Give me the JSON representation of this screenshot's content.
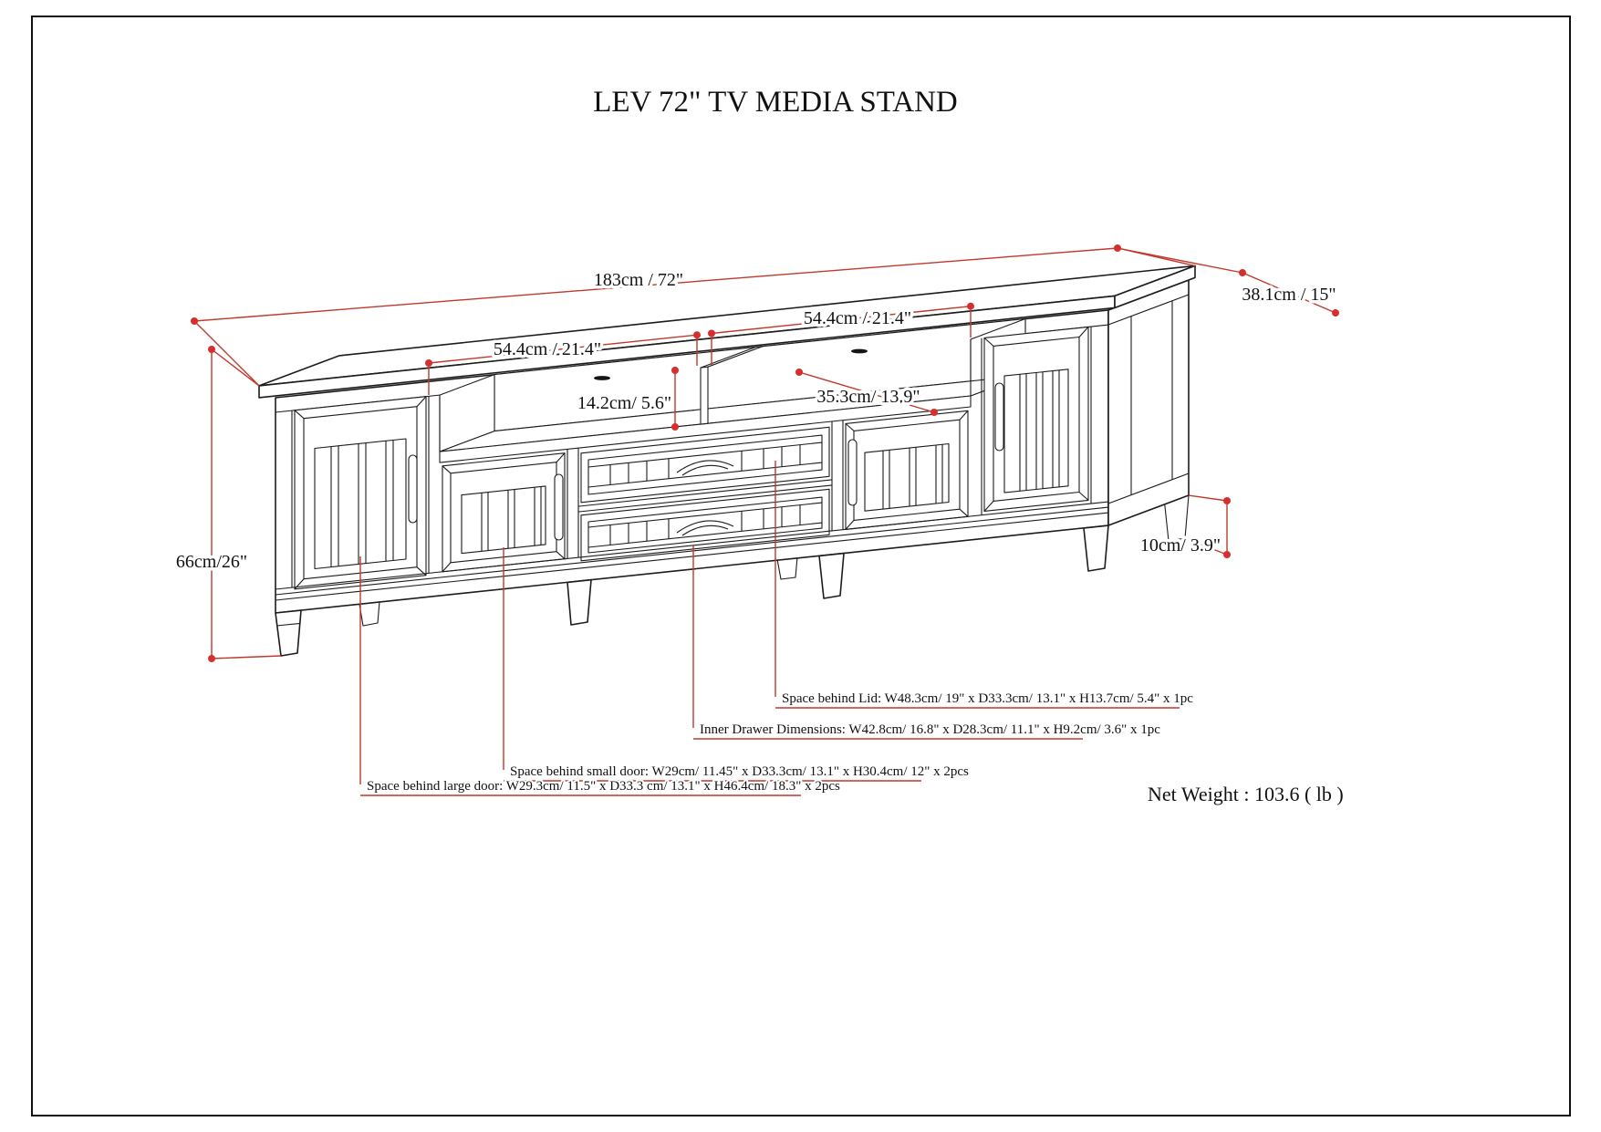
{
  "page": {
    "title": "LEV 72\" TV MEDIA STAND",
    "net_weight": "Net Weight : 103.6 ( lb )"
  },
  "colors": {
    "line_black": "#1c1c1c",
    "dimension_red": "#c0392b",
    "endpoint_dot_red": "#d62f2f",
    "background": "#ffffff"
  },
  "dimensions": {
    "overall_width": "183cm / 72\"",
    "overall_depth": "38.1cm / 15\"",
    "overall_height": "66cm/26\"",
    "left_cubby_width": "54.4cm / 21.4\"",
    "right_cubby_width": "54.4cm / 21.4\"",
    "cubby_height": "14.2cm/ 5.6\"",
    "shelf_depth": "35.3cm/ 13.9\"",
    "leg_height": "10cm/ 3.9\""
  },
  "annotations": {
    "lid": "Space behind Lid: W48.3cm/ 19\" x D33.3cm/ 13.1\" x H13.7cm/ 5.4\" x 1pc",
    "inner_drawer": "Inner Drawer Dimensions: W42.8cm/ 16.8\" x D28.3cm/ 11.1\" x H9.2cm/ 3.6\" x 1pc",
    "small_door": "Space behind small door: W29cm/ 11.45\" x D33.3cm/ 13.1\" x H30.4cm/ 12\" x 2pcs",
    "large_door": "Space behind large door: W29.3cm/ 11.5\" x D33.3 cm/ 13.1\" x H46.4cm/ 18.3\" x 2pcs"
  }
}
